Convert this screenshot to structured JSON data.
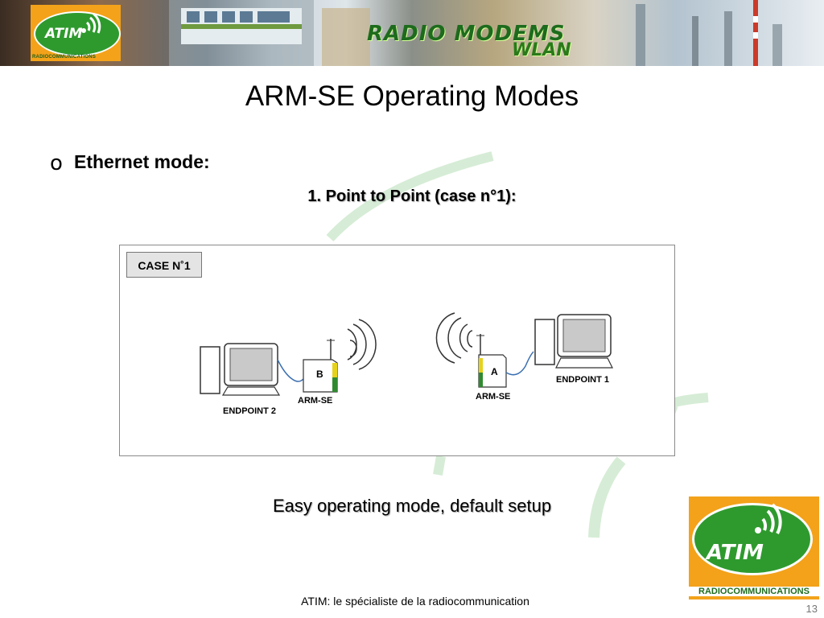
{
  "banner": {
    "logo_text": "ATIM",
    "logo_subtext": "RADIOCOMMUNICATIONS",
    "title_line1": "RADIO MODEMS",
    "title_line2": "WLAN"
  },
  "slide": {
    "title": "ARM-SE Operating Modes",
    "bullet_text": "Ethernet mode:",
    "subheading": "1. Point to Point (case n°1):",
    "caption": "Easy operating mode, default setup",
    "footer": "ATIM: le spécialiste de la radiocommunication",
    "page_number": "13"
  },
  "diagram": {
    "case_label": "CASE N˚1",
    "device_b_letter": "B",
    "device_a_letter": "A",
    "device_label_left": "ARM-SE",
    "device_label_right": "ARM-SE",
    "endpoint_left": "ENDPOINT 2",
    "endpoint_right": "ENDPOINT 1"
  },
  "logo": {
    "text": "ATIM",
    "subtext": "RADIOCOMMUNICATIONS"
  },
  "colors": {
    "brand_green": "#2e9a2e",
    "brand_orange": "#f3a21a",
    "arc_green": "#d6ecd6"
  }
}
